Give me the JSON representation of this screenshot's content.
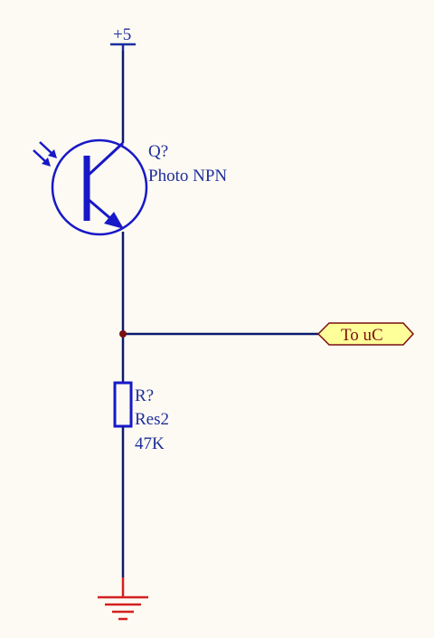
{
  "power": {
    "label": "+5"
  },
  "transistor": {
    "designator": "Q?",
    "comment": "Photo NPN"
  },
  "resistor": {
    "designator": "R?",
    "comment": "Res2",
    "value": "47K"
  },
  "port": {
    "label": "To uC"
  },
  "colors": {
    "background": "#fdfaf3",
    "wire": "#0a1a6e",
    "component": "#1818c8",
    "label": "#1e2e9c",
    "ground": "#d42020",
    "junction": "#7a1010",
    "port_fill": "#ffff99",
    "port_stroke": "#7a0f0f"
  },
  "icons": {
    "ground": "ground-icon",
    "light": "light-arrows-icon"
  }
}
